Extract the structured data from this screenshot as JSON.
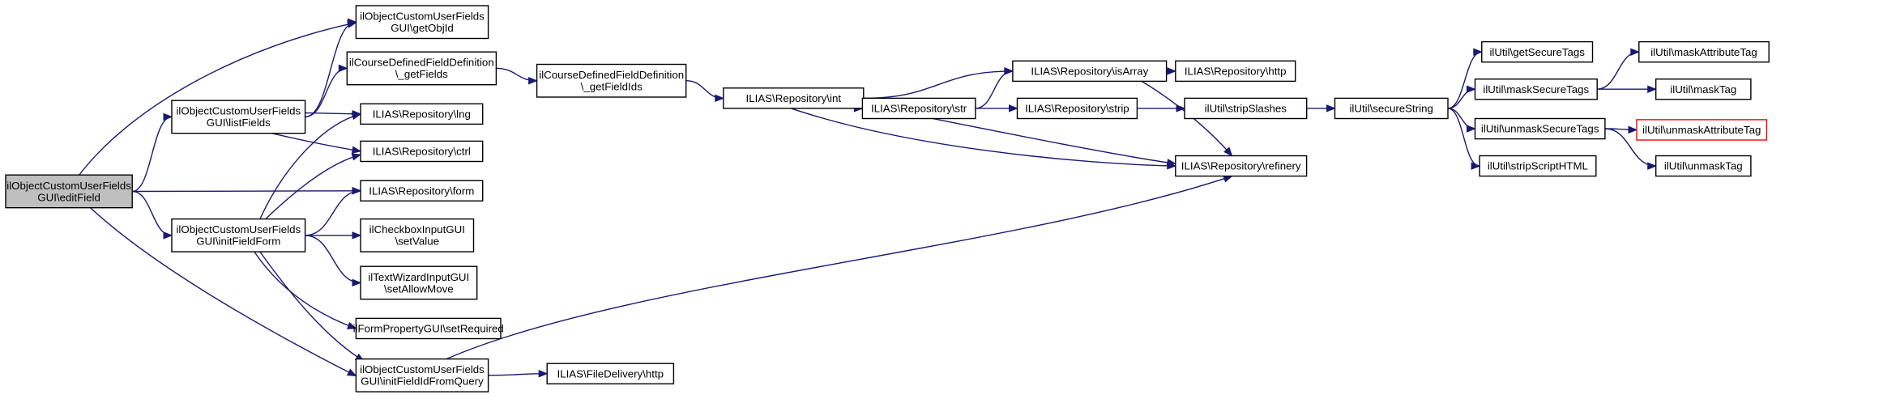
{
  "graph": {
    "edge_color": "#191970",
    "root_fill": "#bfbfbf",
    "nodes": {
      "editField": {
        "lines": [
          "ilObjectCustomUserFields",
          "GUI\\editField"
        ],
        "root": true
      },
      "getObjId": {
        "lines": [
          "ilObjectCustomUserFields",
          "GUI\\getObjId"
        ]
      },
      "listFields": {
        "lines": [
          "ilObjectCustomUserFields",
          "GUI\\listFields"
        ]
      },
      "initFieldForm": {
        "lines": [
          "ilObjectCustomUserFields",
          "GUI\\initFieldForm"
        ]
      },
      "getFields": {
        "lines": [
          "ilCourseDefinedFieldDefinition",
          "\\_getFields"
        ]
      },
      "lng": {
        "lines": [
          "ILIAS\\Repository\\lng"
        ]
      },
      "ctrl": {
        "lines": [
          "ILIAS\\Repository\\ctrl"
        ]
      },
      "form": {
        "lines": [
          "ILIAS\\Repository\\form"
        ]
      },
      "setValue": {
        "lines": [
          "ilCheckboxInputGUI",
          "\\setValue"
        ]
      },
      "setAllowMove": {
        "lines": [
          "ilTextWizardInputGUI",
          "\\setAllowMove"
        ]
      },
      "setRequired": {
        "lines": [
          "ilFormPropertyGUI\\setRequired"
        ]
      },
      "initFieldIdFromQuery": {
        "lines": [
          "ilObjectCustomUserFields",
          "GUI\\initFieldIdFromQuery"
        ]
      },
      "getFieldIds": {
        "lines": [
          "ilCourseDefinedFieldDefinition",
          "\\_getFieldIds"
        ]
      },
      "fdHttp": {
        "lines": [
          "ILIAS\\FileDelivery\\http"
        ]
      },
      "int": {
        "lines": [
          "ILIAS\\Repository\\int"
        ]
      },
      "str": {
        "lines": [
          "ILIAS\\Repository\\str"
        ]
      },
      "isArray": {
        "lines": [
          "ILIAS\\Repository\\isArray"
        ]
      },
      "strip": {
        "lines": [
          "ILIAS\\Repository\\strip"
        ]
      },
      "refinery": {
        "lines": [
          "ILIAS\\Repository\\refinery"
        ]
      },
      "repoHttp": {
        "lines": [
          "ILIAS\\Repository\\http"
        ]
      },
      "stripSlashes": {
        "lines": [
          "ilUtil\\stripSlashes"
        ]
      },
      "secureString": {
        "lines": [
          "ilUtil\\secureString"
        ]
      },
      "getSecureTags": {
        "lines": [
          "ilUtil\\getSecureTags"
        ]
      },
      "maskSecureTags": {
        "lines": [
          "ilUtil\\maskSecureTags"
        ]
      },
      "unmaskSecureTags": {
        "lines": [
          "ilUtil\\unmaskSecureTags"
        ]
      },
      "stripScriptHTML": {
        "lines": [
          "ilUtil\\stripScriptHTML"
        ]
      },
      "maskAttributeTag": {
        "lines": [
          "ilUtil\\maskAttributeTag"
        ]
      },
      "maskTag": {
        "lines": [
          "ilUtil\\maskTag"
        ]
      },
      "unmaskAttributeTag": {
        "lines": [
          "ilUtil\\unmaskAttributeTag"
        ],
        "border_color": "#ff0000"
      },
      "unmaskTag": {
        "lines": [
          "ilUtil\\unmaskTag"
        ]
      }
    },
    "edges": [
      [
        "editField",
        "getObjId"
      ],
      [
        "editField",
        "listFields"
      ],
      [
        "editField",
        "form"
      ],
      [
        "editField",
        "initFieldForm"
      ],
      [
        "editField",
        "initFieldIdFromQuery"
      ],
      [
        "listFields",
        "getObjId"
      ],
      [
        "listFields",
        "getFields"
      ],
      [
        "listFields",
        "lng"
      ],
      [
        "listFields",
        "ctrl"
      ],
      [
        "getFields",
        "getFieldIds"
      ],
      [
        "getFieldIds",
        "int"
      ],
      [
        "initFieldForm",
        "lng"
      ],
      [
        "initFieldForm",
        "ctrl"
      ],
      [
        "initFieldForm",
        "form"
      ],
      [
        "initFieldForm",
        "setValue"
      ],
      [
        "initFieldForm",
        "setAllowMove"
      ],
      [
        "initFieldForm",
        "setRequired"
      ],
      [
        "initFieldForm",
        "initFieldIdFromQuery"
      ],
      [
        "initFieldIdFromQuery",
        "fdHttp"
      ],
      [
        "initFieldIdFromQuery",
        "refinery"
      ],
      [
        "int",
        "isArray"
      ],
      [
        "int",
        "str"
      ],
      [
        "int",
        "refinery"
      ],
      [
        "str",
        "isArray"
      ],
      [
        "str",
        "strip"
      ],
      [
        "str",
        "refinery"
      ],
      [
        "isArray",
        "repoHttp"
      ],
      [
        "isArray",
        "refinery"
      ],
      [
        "strip",
        "stripSlashes"
      ],
      [
        "stripSlashes",
        "secureString"
      ],
      [
        "secureString",
        "getSecureTags"
      ],
      [
        "secureString",
        "maskSecureTags"
      ],
      [
        "secureString",
        "unmaskSecureTags"
      ],
      [
        "secureString",
        "stripScriptHTML"
      ],
      [
        "maskSecureTags",
        "maskAttributeTag"
      ],
      [
        "maskSecureTags",
        "maskTag"
      ],
      [
        "unmaskSecureTags",
        "unmaskAttributeTag"
      ],
      [
        "unmaskSecureTags",
        "unmaskTag"
      ]
    ]
  }
}
